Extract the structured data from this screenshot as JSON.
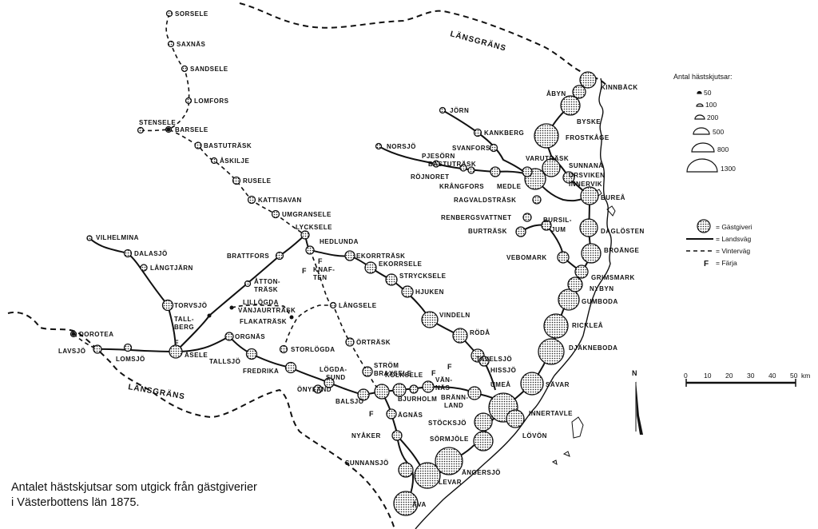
{
  "caption": {
    "line1": "Antalet hästskjutsar som utgick från gästgiverier",
    "line2": "i Västerbottens län 1875."
  },
  "border_labels": [
    "LÄNSGRÄNS",
    "LÄNSGRÄNS"
  ],
  "legend": {
    "size_title": "Antal hästskjutsar:",
    "sizes": [
      "50",
      "100",
      "200",
      "500",
      "800",
      "1300"
    ],
    "gastgiveri": "= Gästgiveri",
    "landsvag": "= Landsväg",
    "vintervag": "= Vinterväg",
    "farja_symbol": "F",
    "farja": "= Färja"
  },
  "north_symbol": "N",
  "scale": {
    "ticks": [
      "0",
      "10",
      "20",
      "30",
      "40",
      "50"
    ],
    "unit": "km"
  },
  "ferry_symbol": "F",
  "places": [
    "SORSELE",
    "SAXNÄS",
    "SANDSELE",
    "LOMFORS",
    "STENSELE",
    "BARSELE",
    "BASTUTRÄSK",
    "ÅSKILJE",
    "RUSELE",
    "KATTISAVAN",
    "UMGRANSELE",
    "VILHELMINA",
    "DALASJÖ",
    "LÅNGTJÄRN",
    "TORVSJÖ",
    "TALL-",
    "BERG",
    "DOROTEA",
    "LAVSJÖ",
    "LOMSJÖ",
    "ÅSELE",
    "ORGNÄS",
    "TALLSJÖ",
    "FREDRIKA",
    "LILLÖGDA",
    "VÄNJAURTRÄSK",
    "FLAKATRÄSK",
    "STORLÖGDA",
    "ÅTTON-",
    "TRÄSK",
    "BRATTFORS",
    "LYCKSELE",
    "HEDLUNDA",
    "EKORRTRÄSK",
    "EKORRSELE",
    "KNAF-",
    "TEN",
    "LÅNGSELE",
    "ÖRTRÄSK",
    "STRYCKSELE",
    "HJUKEN",
    "VINDELN",
    "RÖDÅ",
    "TAVELSJÖ",
    "HISSJÖ",
    "KOLKSELE",
    "VÄN-",
    "NÄS",
    "STRÖM",
    "BRAXSELE",
    "LÖGDA-",
    "SUND",
    "ÖNYLAND",
    "BALSJÖ",
    "BJURHOLM",
    "BRÄNN-",
    "LAND",
    "ÄGNÄS",
    "STÖCKSJÖ",
    "NYÅKER",
    "SÖRMJÖLE",
    "SUNNANSJÖ",
    "LEVAR",
    "ÄNGERSJÖ",
    "LÖVÖN",
    "INNERTAVLE",
    "UMEÅ",
    "SÄVAR",
    "DJÄKNEBODA",
    "RICKLEÅ",
    "GUMBODA",
    "NYBYN",
    "GRIMSMARK",
    "BROÄNGE",
    "VEBOMARK",
    "DAGLÖSTEN",
    "BURSIL-",
    "JUM",
    "BURTRÄSK",
    "RENBERGSVATTNET",
    "RAGVALDSTRÄSK",
    "BUREÅ",
    "INNERVIK",
    "URSVIKEN",
    "SUNNANÅ",
    "VARUTRÄSK",
    "FROSTKÅGE",
    "BYSKE",
    "ÅBYN",
    "KINNBÄCK",
    "JÖRN",
    "KANKBERG",
    "SVANFORS",
    "NORSJÖ",
    "PJESÖRN",
    "BASTUTRÄSK",
    "RÖJNORET",
    "KRÅNGFORS",
    "MEDLE",
    "ÅVA"
  ]
}
